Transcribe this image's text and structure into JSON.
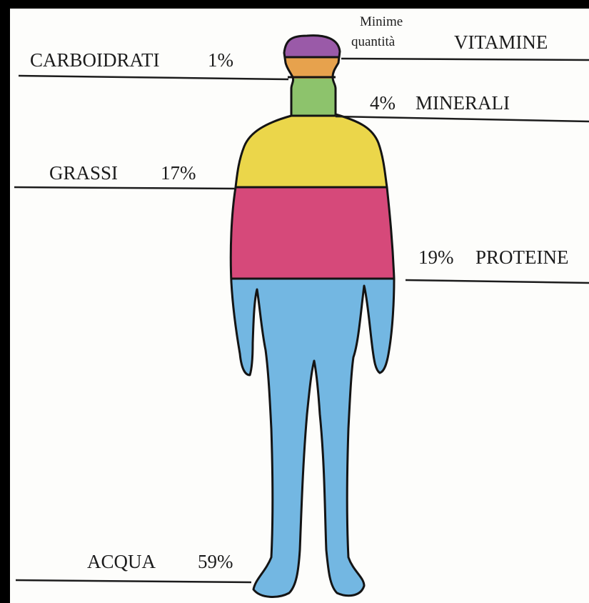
{
  "colors": {
    "vitamine": "#9a5aa8",
    "carboidrati": "#e7a24d",
    "minerali": "#8dc36c",
    "grassi": "#ebd64a",
    "proteine": "#d6497a",
    "acqua": "#73b7e2",
    "outline": "#141414",
    "paper": "#fdfdfb"
  },
  "labels": {
    "minime_line1": "Minime",
    "minime_line2": "quantità",
    "vitamine": "VITAMINE",
    "carboidrati": "CARBOIDRATI",
    "carboidrati_pct": "1%",
    "minerali_pct": "4%",
    "minerali": "MINERALI",
    "grassi": "GRASSI",
    "grassi_pct": "17%",
    "proteine_pct": "19%",
    "proteine": "PROTEINE",
    "acqua": "ACQUA",
    "acqua_pct": "59%"
  }
}
